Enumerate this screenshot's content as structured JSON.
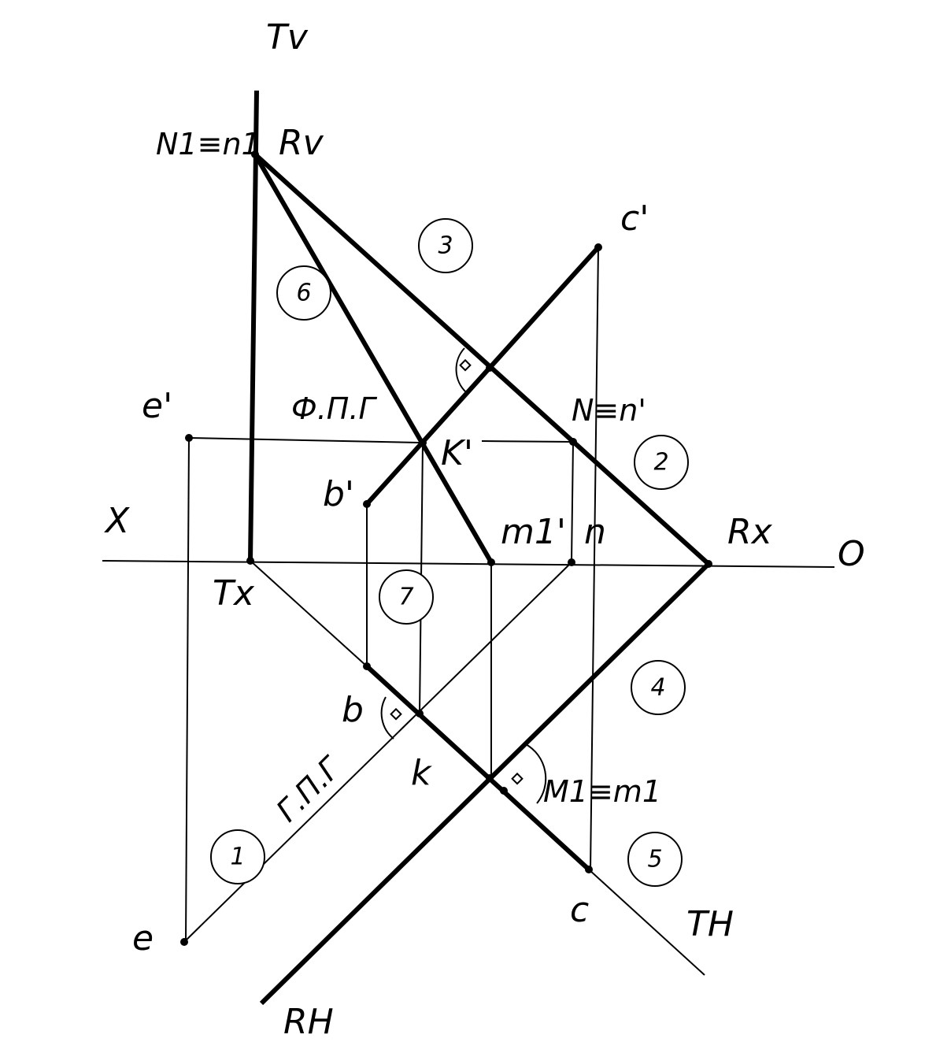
{
  "labels": {
    "tv": "Tv",
    "n1": "N1≡n1",
    "rv": "Rv",
    "c_prime": "c'",
    "e_prime": "e'",
    "fpg": "Ф.П.Г",
    "k_prime": "K'",
    "n_prime": "N≡n'",
    "b_prime": "b'",
    "x_axis": "X",
    "m1_prime": "m1'",
    "n": "n",
    "rx": "Rx",
    "o_axis": "O",
    "tx": "Tx",
    "b": "b",
    "k": "k",
    "m1": "M1≡m1",
    "gpg": "Г.П.Г",
    "c": "c",
    "th": "TH",
    "e": "e",
    "rh": "RH"
  },
  "circled_numbers": [
    "1",
    "2",
    "3",
    "4",
    "5",
    "6",
    "7"
  ]
}
